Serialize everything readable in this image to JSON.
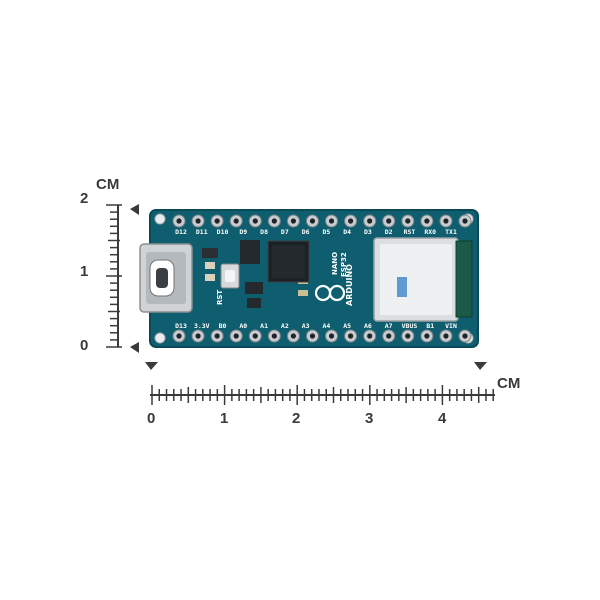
{
  "ruler": {
    "unit": "CM",
    "x_ticks": [
      "0",
      "1",
      "2",
      "3",
      "4"
    ],
    "y_ticks": [
      "2",
      "1",
      "0"
    ]
  },
  "board": {
    "brand": "ARDUINO",
    "model_line1": "NANO",
    "model_line2": "ESP32",
    "reset_label": "RST",
    "top_pins": [
      "D12",
      "D11",
      "D10",
      "D9",
      "D8",
      "D7",
      "D6",
      "D5",
      "D4",
      "D3",
      "D2",
      "RST",
      "RX0",
      "TX1"
    ],
    "bottom_pins": [
      "D13",
      "3.3V",
      "B0",
      "A0",
      "A1",
      "A2",
      "A3",
      "A4",
      "A5",
      "A6",
      "A7",
      "VBUS",
      "B1",
      "VIN"
    ]
  },
  "colors": {
    "pcb": "#0e5e6f",
    "pcb_edge": "#0a4a58",
    "pad": "#c8ccd0",
    "ruler": "#3a3a3a"
  }
}
